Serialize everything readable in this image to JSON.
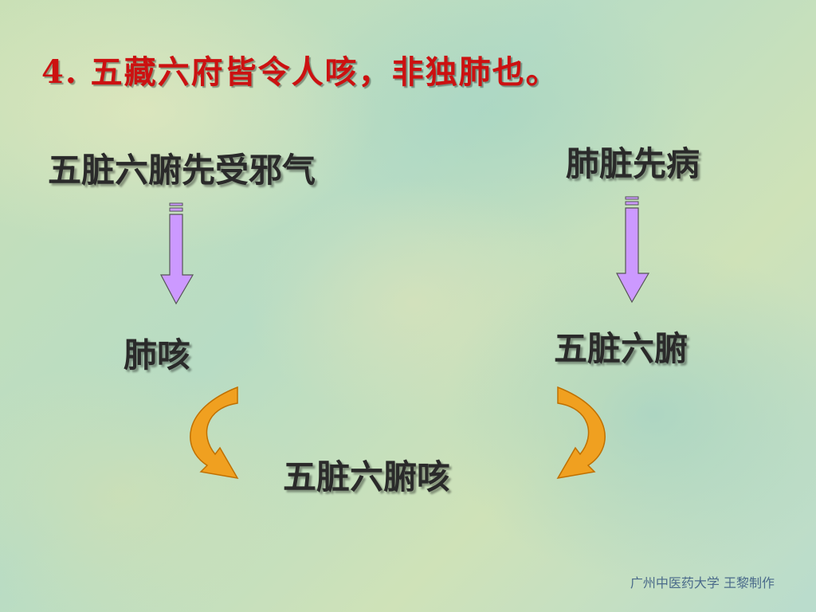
{
  "slide": {
    "title": "4. 五藏六府皆令人咳，非独肺也。",
    "left_top": "五脏六腑先受邪气",
    "right_top": "肺脏先病",
    "left_middle": "肺咳",
    "right_middle": "五脏六腑",
    "bottom_center": "五脏六腑咳",
    "footer": "广州中医药大学  王黎制作"
  },
  "colors": {
    "title": "#cc1111",
    "down_arrow_fill": "#cc99ff",
    "curved_arrow_fill": "#f0a020",
    "curved_arrow_stroke": "#c07000"
  }
}
